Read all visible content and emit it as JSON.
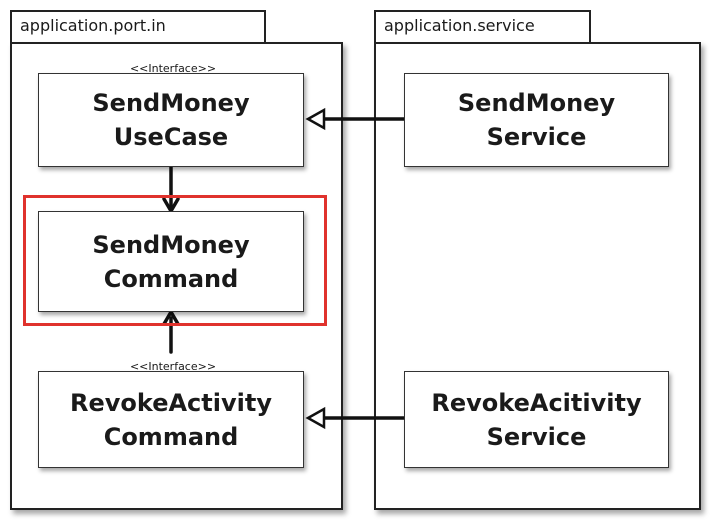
{
  "packages": {
    "left": {
      "title": "application.port.in"
    },
    "right": {
      "title": "application.service"
    }
  },
  "nodes": {
    "send_money_use_case": {
      "stereotype": "<<Interface>>",
      "line1": "SendMoney",
      "line2": "UseCase"
    },
    "send_money_command": {
      "line1": "SendMoney",
      "line2": "Command"
    },
    "revoke_activity_command": {
      "stereotype": "<<Interface>>",
      "line1": "RevokeActivity",
      "line2": "Command"
    },
    "send_money_service": {
      "line1": "SendMoney",
      "line2": "Service"
    },
    "revoke_activity_service": {
      "line1": "RevokeAcitivity",
      "line2": "Service"
    }
  },
  "colors": {
    "highlight": "#e0322d",
    "ink": "#1a1a1a"
  }
}
